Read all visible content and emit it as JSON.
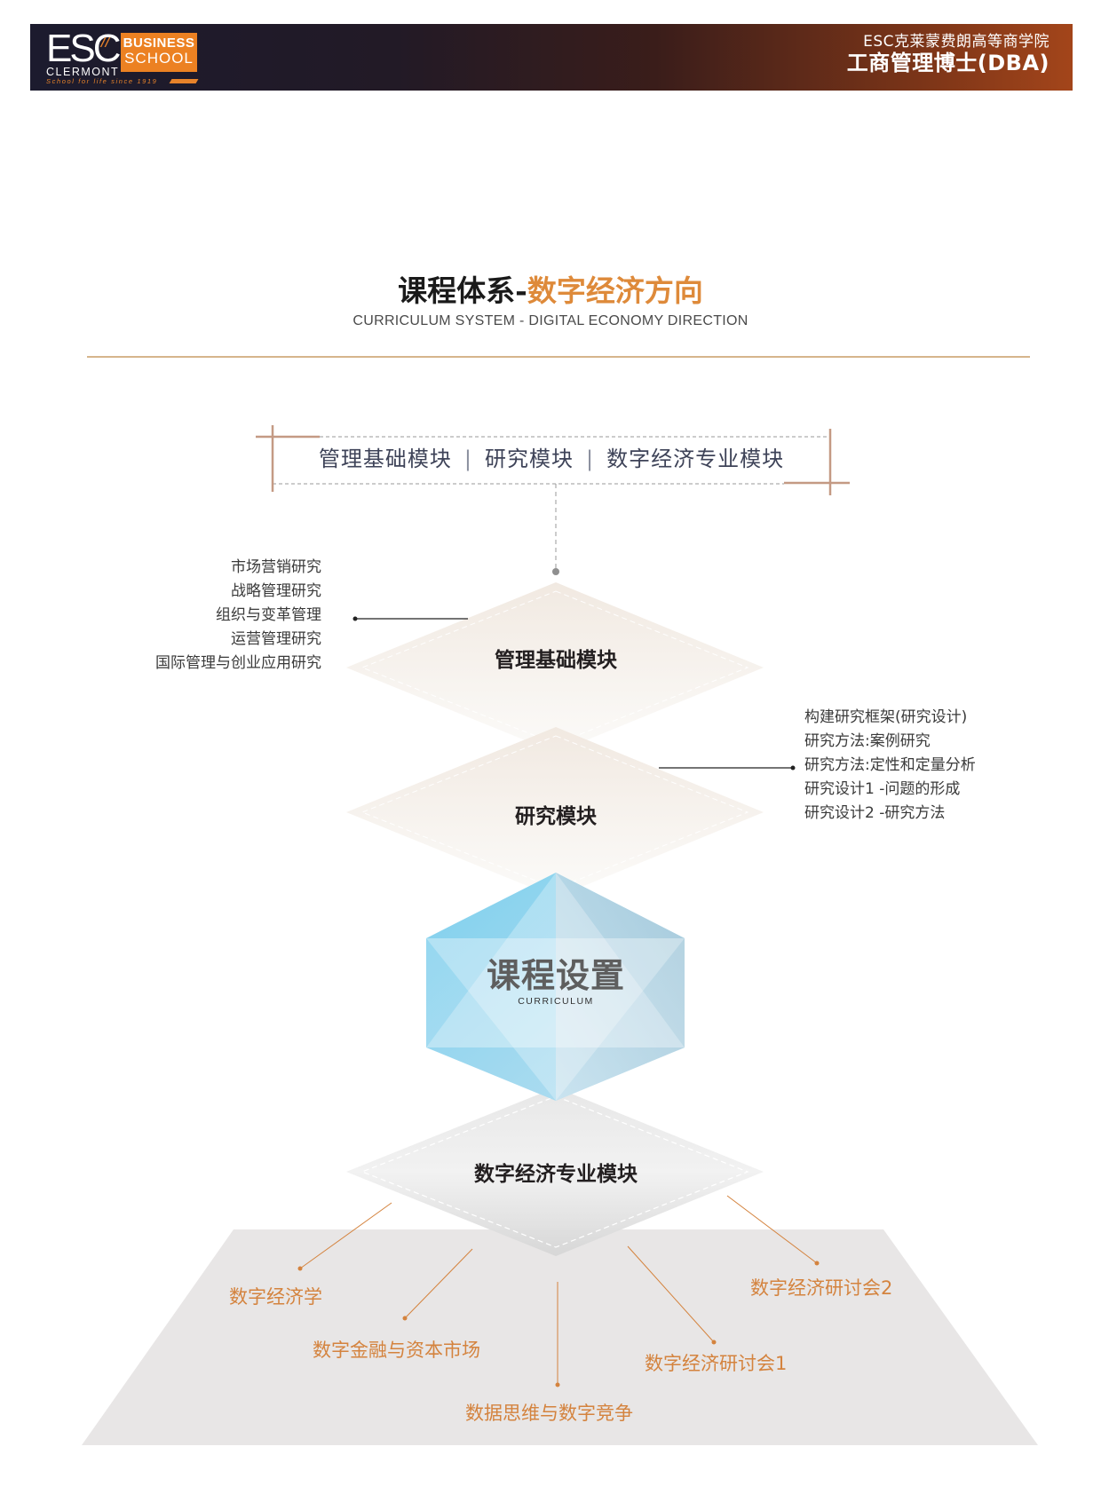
{
  "header": {
    "logo": {
      "esc": "ESC",
      "clermont": "CLERMONT",
      "business": "BUSINESS",
      "school": "SCHOOL",
      "tagline": "School for life since 1919"
    },
    "school_name": "ESC克莱蒙费朗高等商学院",
    "program": "工商管理博士(DBA)"
  },
  "title": {
    "main_black": "课程体系-",
    "main_orange": "数字经济方向",
    "subtitle": "CURRICULUM SYSTEM - DIGITAL ECONOMY DIRECTION"
  },
  "module_bar": {
    "items": [
      "管理基础模块",
      "研究模块",
      "数字经济专业模块"
    ],
    "separator": "|"
  },
  "modules": [
    {
      "name": "管理基础模块",
      "courses": [
        "市场营销研究",
        "战略管理研究",
        "组织与变革管理",
        "运营管理研究",
        "国际管理与创业应用研究"
      ]
    },
    {
      "name": "研究模块",
      "courses": [
        "构建研究框架(研究设计)",
        "研究方法:案例研究",
        "研究方法:定性和定量分析",
        "研究设计1 -问题的形成",
        "研究设计2 -研究方法"
      ]
    },
    {
      "name": "数字经济专业模块",
      "courses": [
        "数字经济学",
        "数字金融与资本市场",
        "数据思维与数字竞争",
        "数字经济研讨会1",
        "数字经济研讨会2"
      ]
    }
  ],
  "center": {
    "title": "课程设置",
    "subtitle": "CURRICULUM"
  },
  "colors": {
    "accent_orange": "#de8a3a",
    "course_orange": "#d4833e",
    "divider_tan": "#d6b58c",
    "corner_tan": "#c49a84",
    "header_dark": "#1c1b2e",
    "header_rust": "#a3451a",
    "logo_orange": "#ec8122",
    "hex_blue": "#9fd3ea"
  }
}
